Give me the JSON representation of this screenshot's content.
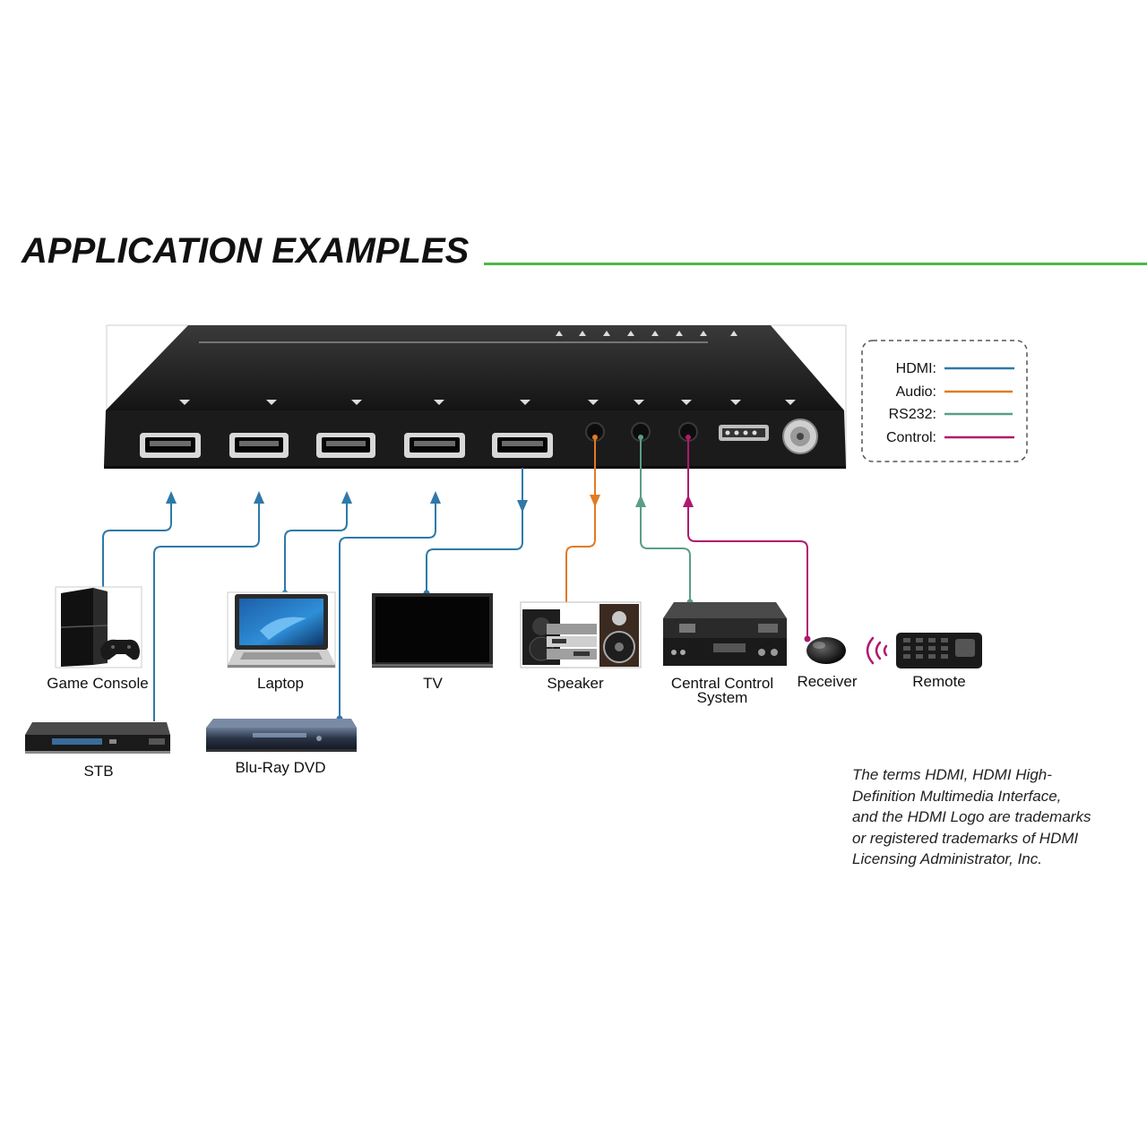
{
  "title": "APPLICATION EXAMPLES",
  "legend": {
    "hdmi": "HDMI:",
    "audio": "Audio:",
    "rs232": "RS232:",
    "control": "Control:"
  },
  "colors": {
    "hdmi": "#2f79a8",
    "audio": "#e07b25",
    "rs232": "#5a9e85",
    "control": "#b0196e",
    "accent_rule": "#4cb847"
  },
  "devices": {
    "game_console": "Game Console",
    "stb": "STB",
    "laptop": "Laptop",
    "bluray": "Blu-Ray DVD",
    "tv": "TV",
    "speaker": "Speaker",
    "central_control_line1": "Central Control",
    "central_control_line2": "System",
    "receiver": "Receiver",
    "remote": "Remote"
  },
  "notice": [
    "The terms HDMI, HDMI High-",
    "Definition Multimedia Interface,",
    "and the HDMI Logo are trademarks",
    "or registered trademarks of HDMI",
    "Licensing Administrator, Inc."
  ]
}
